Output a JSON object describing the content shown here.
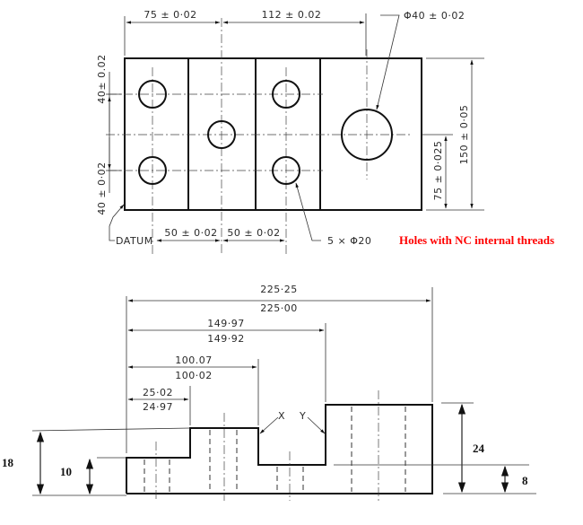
{
  "top_view": {
    "dims": {
      "x_75": "75 ± 0·02",
      "x_112": "112 ± 0.02",
      "dia_40": "Φ40 ± 0·02",
      "y_40_top": "40± 0.02",
      "y_40_bottom": "40 ± 0·02",
      "y_150": "150 ± 0·05",
      "y_75": "75 ± 0·025",
      "x_50_a": "50 ± 0·02",
      "x_50_b": "50 ± 0·02",
      "holes_small": "5 × Φ20"
    },
    "datum_label": "DATUM",
    "note": "Holes with NC internal threads",
    "note_color": "#ff0000"
  },
  "front_view": {
    "dims": {
      "d225_upper": "225·25",
      "d225_lower": "225·00",
      "d149_upper": "149·97",
      "d149_lower": "149·92",
      "d100_upper": "100.07",
      "d100_lower": "100·02",
      "d25_upper": "25·02",
      "d25_lower": "24·97",
      "h18": "18",
      "h10": "10",
      "h24": "24",
      "h8": "8"
    },
    "surface_labels": {
      "x": "X",
      "y": "Y"
    }
  }
}
